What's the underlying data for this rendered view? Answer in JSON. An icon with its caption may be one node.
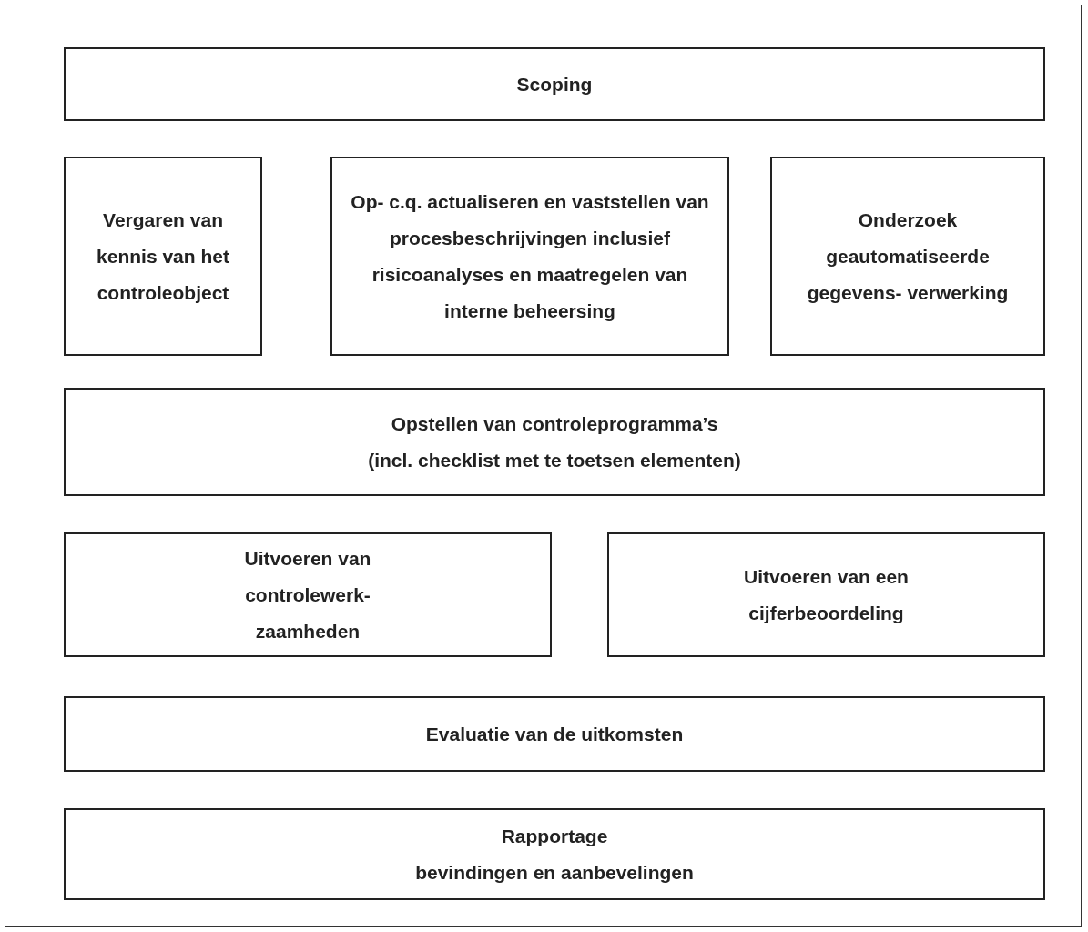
{
  "diagram": {
    "nodes": [
      {
        "text": [
          "Scoping"
        ]
      },
      {
        "text": [
          "Vergaren van kennis van het controleobject"
        ]
      },
      {
        "text": [
          "Op- c.q. actualiseren en vaststellen van procesbeschrijvingen inclusief risicoanalyses en maatregelen van interne beheersing"
        ]
      },
      {
        "text": [
          "Onderzoek geautomatiseerde gegevens- verwerking"
        ]
      },
      {
        "text": [
          "Opstellen van controleprogramma’s",
          "(incl. checklist met te toetsen elementen)"
        ]
      },
      {
        "text": [
          "Uitvoeren van controlewerk- zaamheden"
        ]
      },
      {
        "text": [
          "Uitvoeren van een cijferbeoordeling"
        ]
      },
      {
        "text": [
          "Evaluatie van de uitkomsten"
        ]
      },
      {
        "text": [
          "Rapportage",
          "bevindingen en aanbevelingen"
        ]
      }
    ]
  }
}
